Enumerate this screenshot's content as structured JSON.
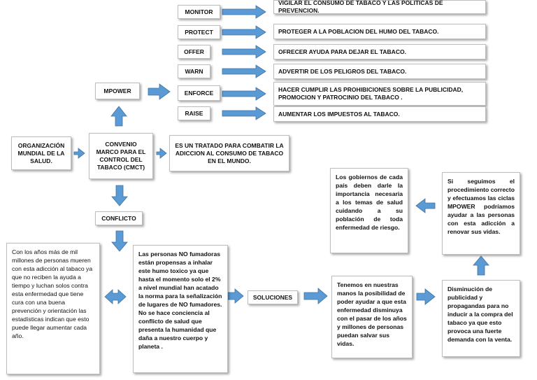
{
  "colors": {
    "arrow_fill": "#5b9bd5",
    "arrow_stroke": "#41719c",
    "box_border": "#bdbdbd"
  },
  "mpower_items": [
    {
      "key": "MONITOR",
      "desc": "VIGILAR EL CONSUMO DE TABACO Y LAS POLITICAS DE PREVENCION."
    },
    {
      "key": "PROTECT",
      "desc": "PROTEGER A LA POBLACION DEL HUMO DEL TABACO."
    },
    {
      "key": "OFFER",
      "desc": "OFRECER AYUDA PARA DEJAR EL TABACO."
    },
    {
      "key": "WARN",
      "desc": "ADVERTIR DE LOS PELIGROS DEL TABACO."
    },
    {
      "key": "ENFORCE",
      "desc": "HACER CUMPLIR LAS PROHIBICIONES SOBRE LA PUBLICIDAD, PROMOCION Y PATROCINIO DEL TABACO ."
    },
    {
      "key": "RAISE",
      "desc": "AUMENTAR LOS IMPUESTOS AL TABACO."
    }
  ],
  "mpower": "MPOWER",
  "oms": "ORGANIZACIÓN MUNDIAL DE LA SALUD.",
  "convenio": "CONVENIO MARCO PARA EL CONTROL DEL TABACO (CMCT)",
  "tratado": "ES UN TRATADO PARA COMBATIR LA ADICCION AL CONSUMO DE TABACO EN EL MUNDO.",
  "conflicto": "CONFLICTO",
  "left_text": "Con los años más de mil millones de personas mueren con esta adicción al tabaco ya que no reciben la ayuda a tiempo y luchan solos contra esta enfermedad que tiene cura con una buena prevención y orientación las estadísticas indican que esto puede llegar aumentar cada año.",
  "center_text": "Las personas NO fumadoras están propensas a inhalar este humo toxico ya que hasta el momento solo el 2% a nivel mundial han acatado la norma para la señalización de lugares de NO fumadores. No se hace conciencia al conflicto de salud que presenta la humanidad que daña a nuestro cuerpo y planeta .",
  "soluciones": "SOLUCIONES",
  "sol_text": "Tenemos en nuestras manos la posibilidad de poder ayudar a que esta enfermedad disminuya con el pasar de los años y millones de personas puedan salvar sus vidas.",
  "disminucion": "Disminución de publicidad y propagandas para no inducir a la compra del tabaco ya que esto provoca una fuerte demanda con la venta.",
  "si_seguimos": "Si seguimos el procedimiento correcto y efectuamos las ciclas MPOWER podríamos ayudar a las personas con esta adicción a renovar sus vidas.",
  "gobiernos": "Los gobiernos de cada país deben darle la importancia necesaria a los temas de salud cuidando a su población de toda enfermedad de riesgo."
}
